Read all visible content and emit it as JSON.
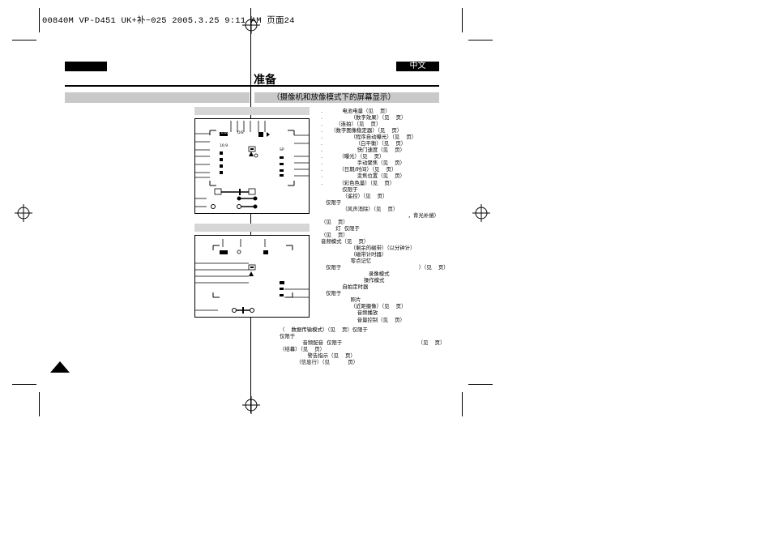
{
  "header": {
    "file_stamp": "00840M VP-D451 UK+补~025  2005.3.25 9:11 AM  页面24",
    "language_badge": "中文",
    "page_title": "准备",
    "section_title": "（摄像机和放像模式下的屏幕显示）"
  },
  "items": [
    ".            电池电量（见    页）",
    ".                 （数字效果）（见    页）",
    ".        （连拍）（见    页）",
    ".     （数字图像稳定器）（见    页）",
    ".                 （程序自动曝光）（见    页）",
    ".                    （白平衡）（见    页）",
    ".                     快门速度（见    页）",
    ".          （曝光）（见    页）",
    ".                     手动聚焦（见    页）",
    ".          （日期/时间）（见    页）",
    ".                     变焦位置（见    页）",
    ".          （彩色色量）（见    页）",
    "             仅限于",
    "             （遥控）（见    页）",
    "   仅限于",
    "             （风声消除）（见    页）",
    "                                                     ，背光补偿）",
    "（见    页）",
    "         灯  仅限于",
    "（见    页）",
    "音频模式（见    页）",
    "                  （剩余的磁带）（以分钟计）",
    "                  （磁带计时器）",
    "                  零点记忆",
    "   仅限于                                               ）（见    页）",
    "                             录像模式",
    "                          操作模式",
    "             自拍定时器",
    "   仅限于",
    "                  照片",
    "                  （近距摄像）（见    页）",
    "                      音频播放",
    "                      音量控制（见    页）"
  ],
  "items_lower": [
    "（    数据传输模式）（见    页）仅限于",
    "仅限于",
    "              音频配音  仅限于                                              （见    页）",
    "（结幕）（见    页）",
    "                 警告指示（见    页）",
    "          （信息行）（见           页）"
  ],
  "lcd_camera": {
    "battery_label": "0:00",
    "digital_label": "DIS",
    "scene_label": "16:9",
    "tape_label": "SP"
  }
}
